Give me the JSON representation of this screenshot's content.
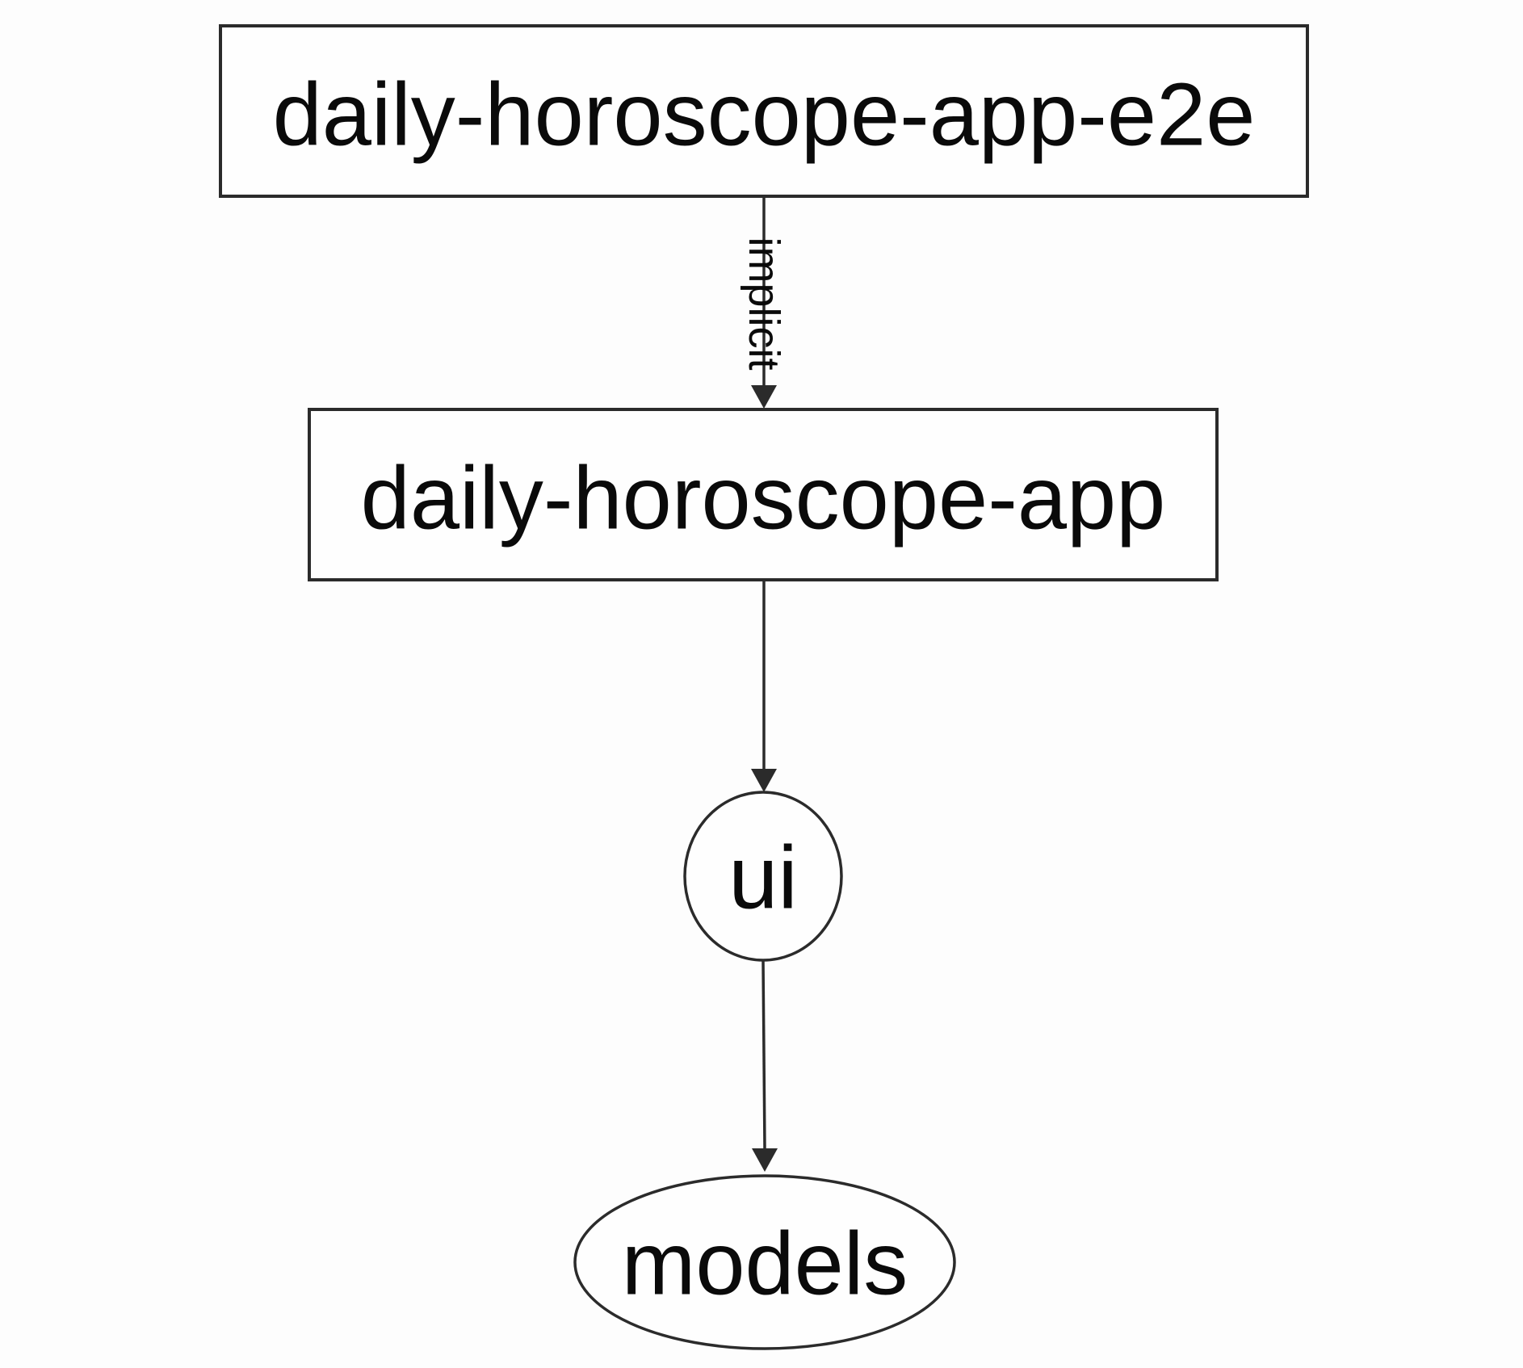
{
  "diagram": {
    "type": "dependency-graph",
    "colors": {
      "background": "#fdfdfd",
      "stroke": "#2b2b2b",
      "text": "#0a0a0a",
      "node_fill": "#fefefe"
    },
    "nodes": [
      {
        "id": "daily-horoscope-app-e2e",
        "label": "daily-horoscope-app-e2e",
        "shape": "rectangle"
      },
      {
        "id": "daily-horoscope-app",
        "label": "daily-horoscope-app",
        "shape": "rectangle"
      },
      {
        "id": "ui",
        "label": "ui",
        "shape": "circle"
      },
      {
        "id": "models",
        "label": "models",
        "shape": "ellipse"
      }
    ],
    "edges": [
      {
        "from": "daily-horoscope-app-e2e",
        "to": "daily-horoscope-app",
        "label": "implicit"
      },
      {
        "from": "daily-horoscope-app",
        "to": "ui",
        "label": ""
      },
      {
        "from": "ui",
        "to": "models",
        "label": ""
      }
    ]
  }
}
